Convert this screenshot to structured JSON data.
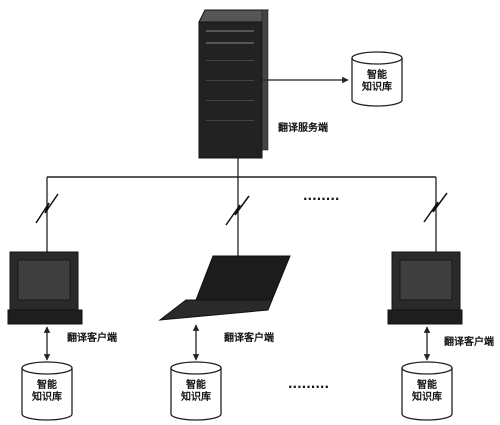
{
  "server": {
    "label": "翻译服务端"
  },
  "server_db": {
    "line1": "智能",
    "line2": "知识库"
  },
  "clients": [
    {
      "label": "翻译客户端",
      "db_line1": "智能",
      "db_line2": "知识库"
    },
    {
      "label": "翻译客户端",
      "db_line1": "智能",
      "db_line2": "知识库"
    },
    {
      "label": "翻译客户端",
      "db_line1": "智能",
      "db_line2": "知识库"
    }
  ],
  "ellipsis_top": "........",
  "ellipsis_bottom": ".........",
  "colors": {
    "line": "#222222",
    "device": "#1a1a1a",
    "screen": "#3a3a3a"
  }
}
